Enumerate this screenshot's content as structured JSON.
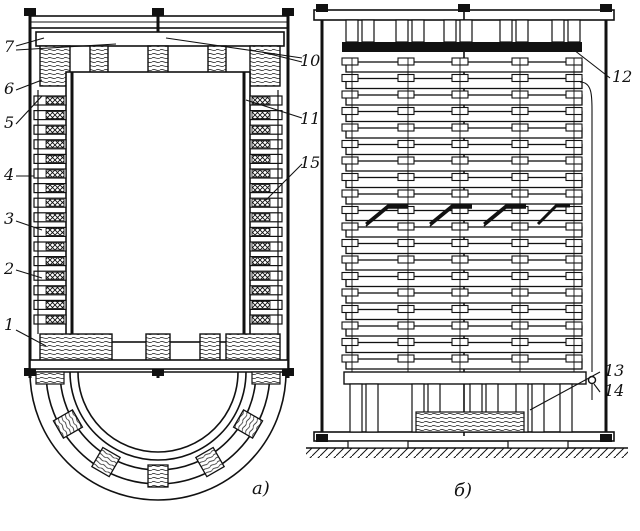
{
  "figure": {
    "part_a_label": "а)",
    "part_b_label": "б)"
  },
  "callouts": {
    "n1": "1",
    "n2": "2",
    "n3": "3",
    "n4": "4",
    "n5": "5",
    "n6": "6",
    "n7": "7",
    "n10": "10",
    "n11": "11",
    "n12": "12",
    "n13": "13",
    "n14": "14",
    "n15": "15"
  },
  "colors": {
    "ink": "#111111",
    "paper": "#ffffff"
  }
}
